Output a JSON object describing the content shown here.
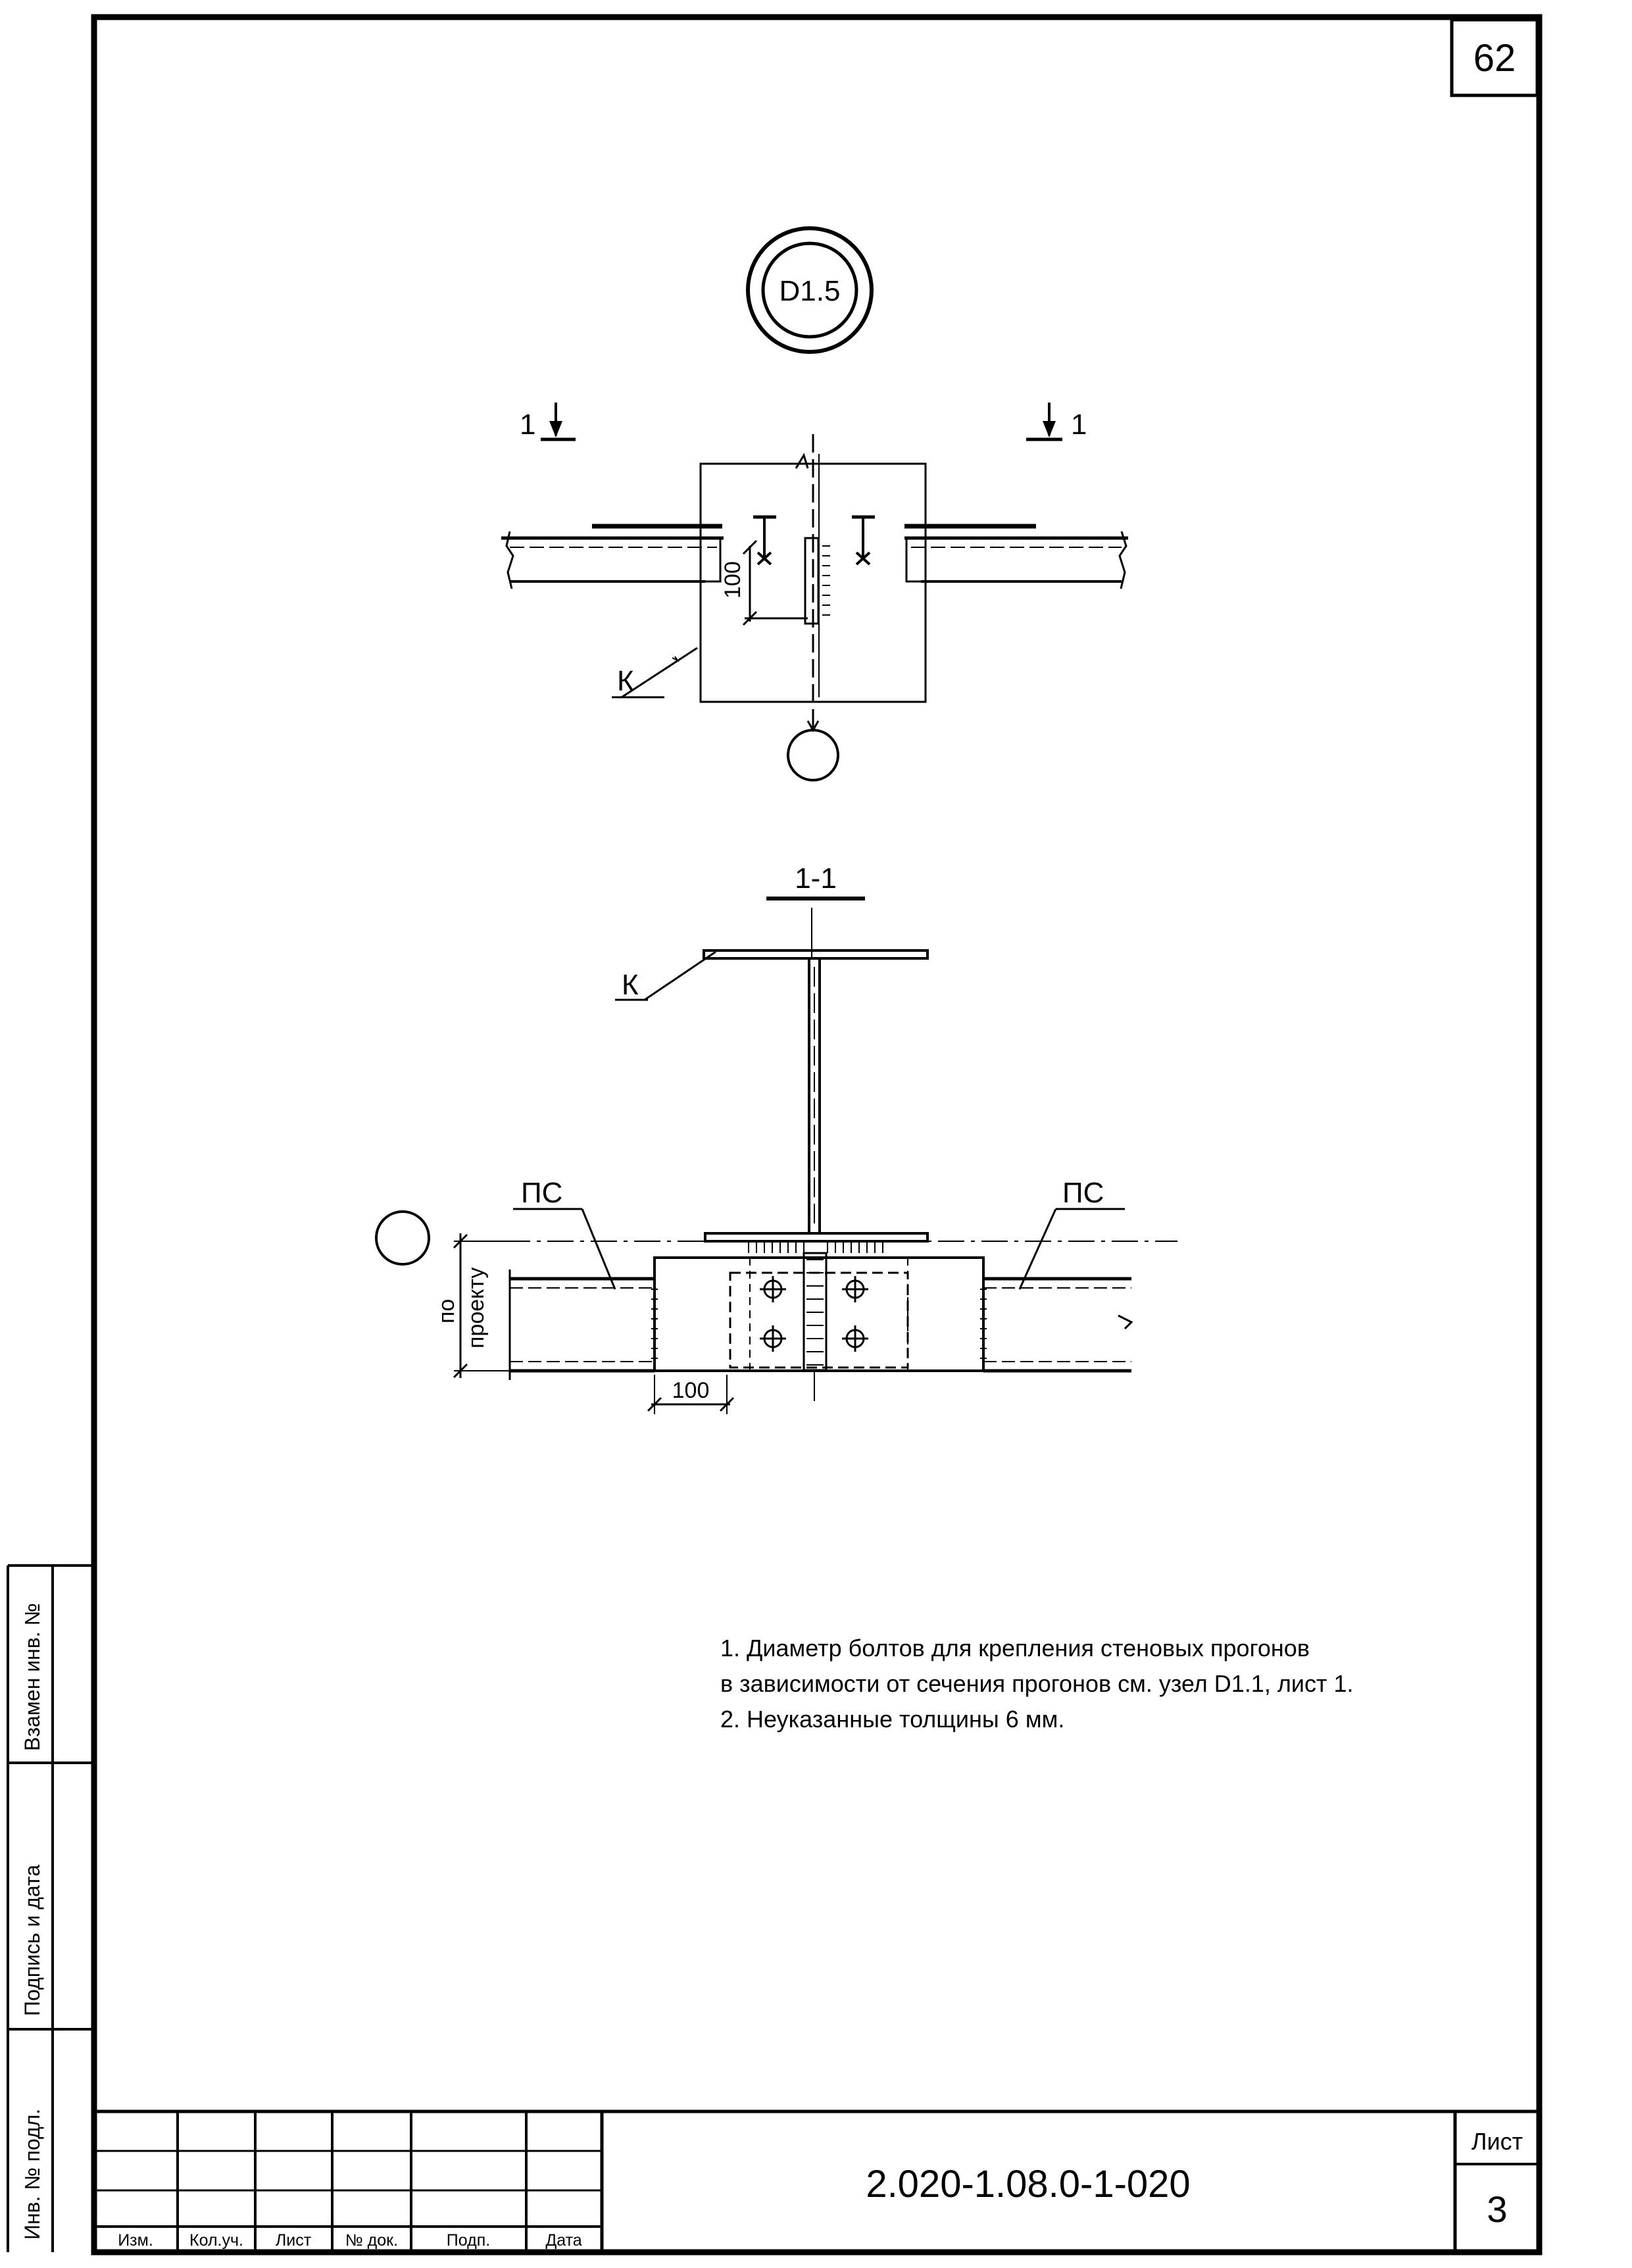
{
  "sheet_number": "62",
  "node_label": "D1.5",
  "section_markers": {
    "left": "1",
    "right": "1"
  },
  "section_title": "1-1",
  "labels": {
    "column": "К",
    "column_section": "К",
    "purlin_left": "ПС",
    "purlin_right": "ПС"
  },
  "dimensions": {
    "plan_vertical": "100",
    "section_horizontal": "100",
    "section_height_line1": "по",
    "section_height_line2": "проекту"
  },
  "notes": [
    "1. Диаметр болтов для крепления стеновых прогонов",
    "в зависимости от сечения прогонов см. узел D1.1, лист 1.",
    "2. Неуказанные толщины 6 мм."
  ],
  "side_stamp": [
    "Взамен инв. №",
    "Подпись и дата",
    "Инв. № подл."
  ],
  "title_block": {
    "columns": [
      "Изм.",
      "Кол.уч.",
      "Лист",
      "№ док.",
      "Подп.",
      "Дата"
    ],
    "document_code": "2.020-1.08.0-1-020",
    "sheet_label": "Лист",
    "sheet_value": "3"
  }
}
